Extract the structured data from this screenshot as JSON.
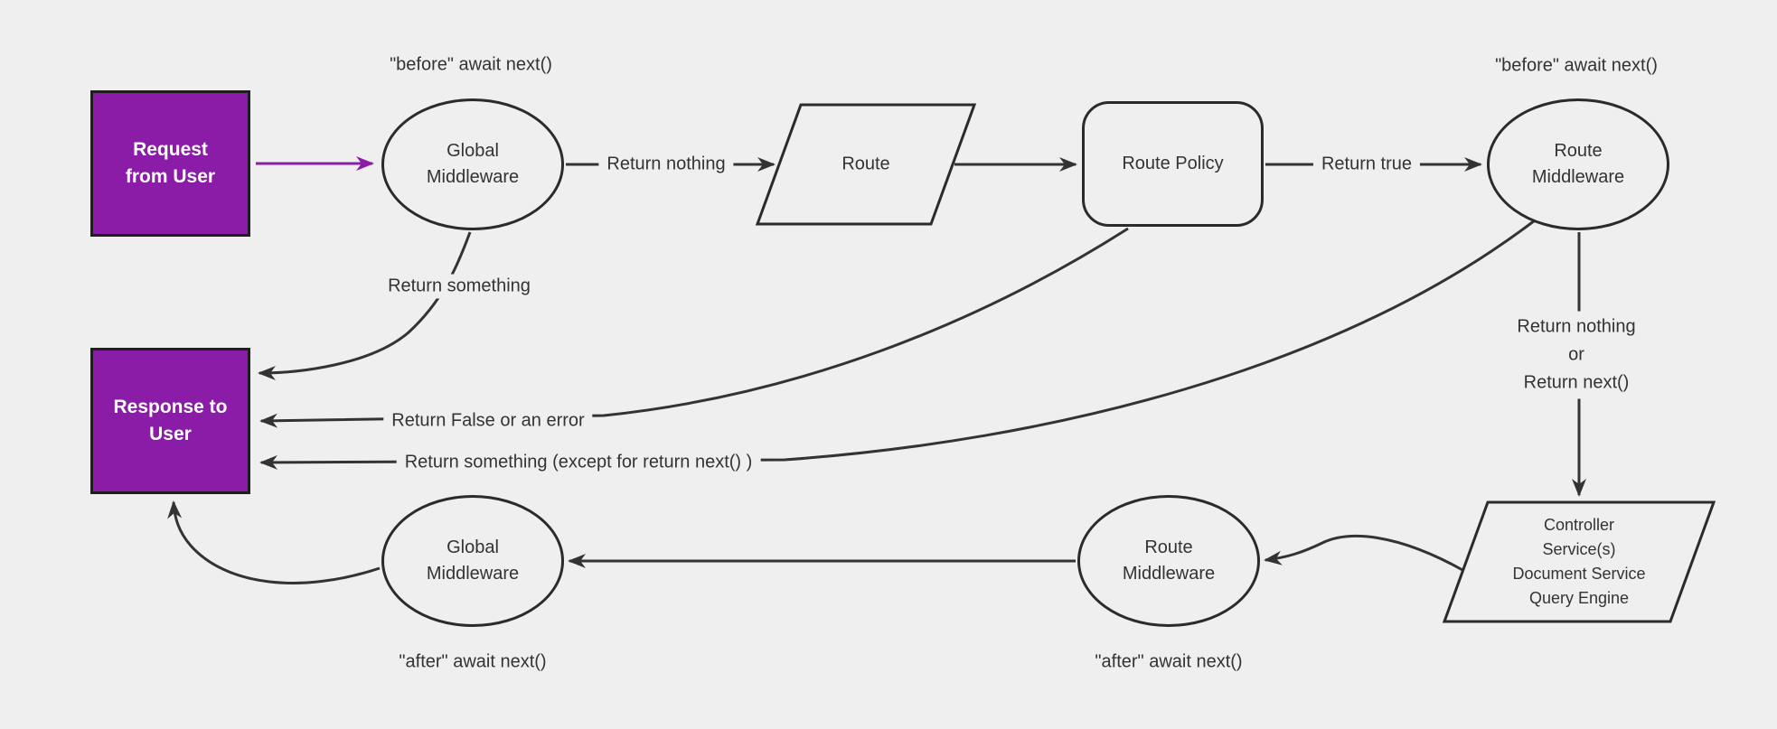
{
  "colors": {
    "background": "#efefef",
    "accent_purple": "#8a1ca7",
    "line": "#333333",
    "node_stroke": "#2b2b2b",
    "box_text": "#ffffff"
  },
  "nodes": {
    "request": {
      "label": "Request from User"
    },
    "global_middleware_top": {
      "label": "Global Middleware"
    },
    "route": {
      "label": "Route"
    },
    "route_policy": {
      "label": "Route Policy"
    },
    "route_middleware_top": {
      "label": "Route Middleware"
    },
    "response": {
      "label": "Response to User"
    },
    "route_middleware_bottom": {
      "label": "Route Middleware"
    },
    "global_middleware_bottom": {
      "label": "Global Middleware"
    },
    "controller": {
      "lines": [
        "Controller",
        "Service(s)",
        "Document Service",
        "Query Engine"
      ]
    }
  },
  "edge_labels": {
    "return_nothing": "Return nothing",
    "return_true": "Return true",
    "return_something": "Return something",
    "return_false": "Return False or an error",
    "return_something_except": "Return something (except for return next() )",
    "return_nothing_or": {
      "lines": [
        "Return nothing",
        "or",
        "Return next()"
      ]
    }
  },
  "annotations": {
    "before_global": "\"before\" await next()",
    "before_route": "\"before\" await next()",
    "after_global": "\"after\" await next()",
    "after_route": "\"after\" await next()"
  }
}
